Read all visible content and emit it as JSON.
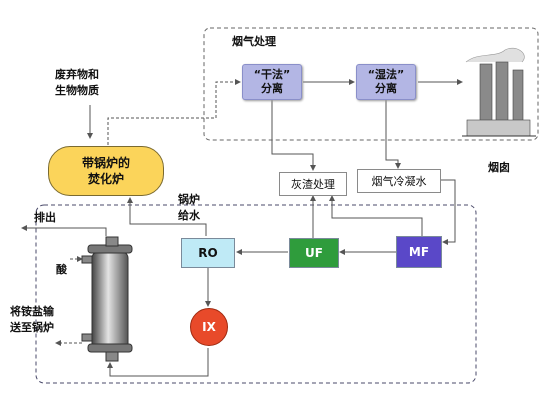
{
  "flue_gas": {
    "title": "烟气处理",
    "dry_stage": "“干法”\n分离",
    "wet_stage": "“湿法”\n分离"
  },
  "chimney_label": "烟囱",
  "waste_input": "废弃物和\n生物物质",
  "incinerator": "带锅炉的\n焚化炉",
  "boiler_feed": "锅炉\n给水",
  "ash_treatment": "灰渣处理",
  "flue_condensate": "烟气冷凝水",
  "units": {
    "ro": "RO",
    "uf": "UF",
    "mf": "MF",
    "ix": "IX"
  },
  "discharge": "排出",
  "acid": "酸",
  "ammonium_to_boiler": "将铵盐输\n送至锅炉",
  "colors": {
    "stage_fill": "#b3b6e4",
    "incinerator_fill": "#fbd45a",
    "ro_fill": "#bfeaf6",
    "uf_fill": "#2f9c3c",
    "mf_fill": "#5a48c8",
    "ix_fill": "#e84a2a"
  }
}
